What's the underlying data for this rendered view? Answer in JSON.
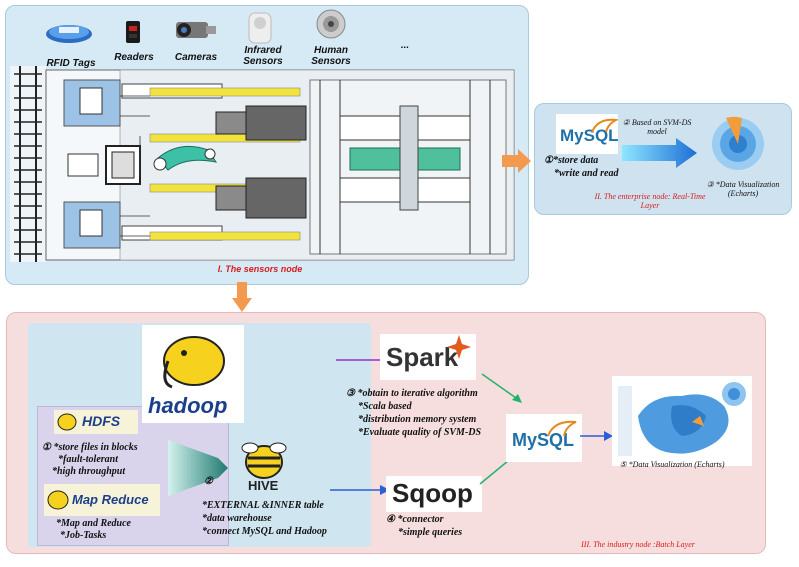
{
  "sensors": {
    "labels": {
      "rfid": "RFID Tags",
      "readers": "Readers",
      "cameras": "Cameras",
      "infrared": "Infrared Sensors",
      "human": "Human Sensors",
      "more": "..."
    },
    "title": "I. The sensors node"
  },
  "enterprise": {
    "mysql_logo": "MySQL",
    "step1": "①*store data",
    "step1b": "*write and read",
    "step2": "② Based on SVM-DS model",
    "step3": "③ *Data Visualization (Echarts)",
    "title": "II. The enterprise node: Real-Time Layer"
  },
  "industry": {
    "hadoop_logo": "hadoop",
    "hdfs_logo": "HDFS",
    "hdfs_items": [
      "① *store files in blocks",
      "*fault-tolerant",
      "*high throughput"
    ],
    "mapreduce_logo": "Map Reduce",
    "mapreduce_items": [
      "*Map and Reduce",
      "*Job-Tasks"
    ],
    "hive_logo": "HIVE",
    "hive_items": [
      "②",
      "*EXTERNAL &INNER table",
      "*data warehouse",
      "*connect MySQL and Hadoop"
    ],
    "spark_logo": "Spark",
    "spark_items": [
      "③ *obtain to iterative algorithm",
      "*Scala based",
      "*distribution memory system",
      "*Evaluate quality of SVM-DS"
    ],
    "sqoop_logo": "Sqoop",
    "sqoop_items": [
      "④ *connector",
      "*simple queries"
    ],
    "mysql_logo": "MySQL",
    "viz": "⑤ *Data Visualization (Echarts)",
    "title": "III. The industry node :Batch Layer"
  }
}
